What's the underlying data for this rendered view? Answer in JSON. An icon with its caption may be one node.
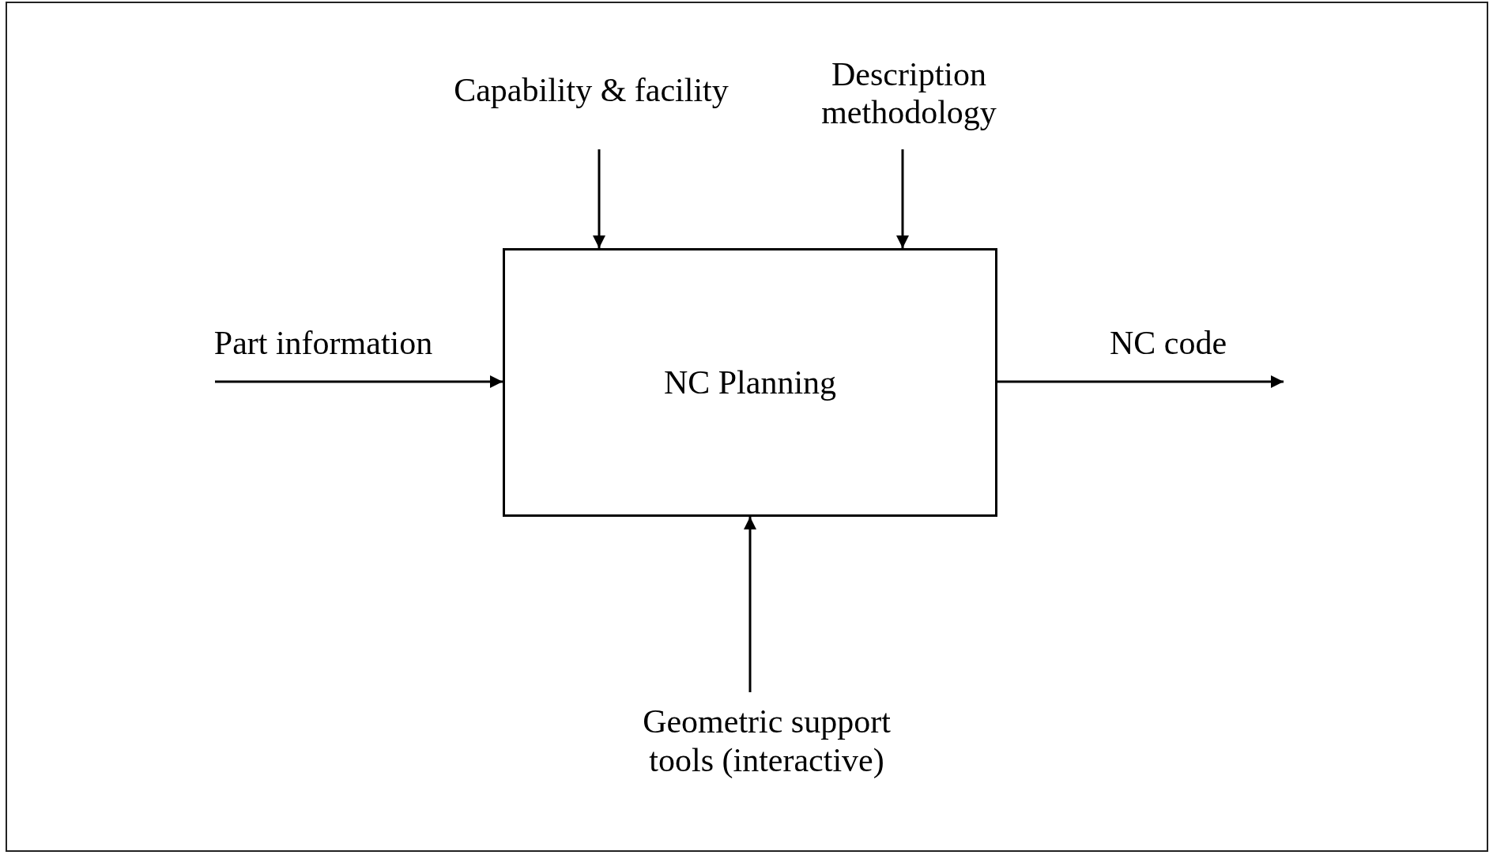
{
  "diagram": {
    "nodes": [
      {
        "text": [
          "Capability & facility"
        ]
      },
      {
        "text": [
          "Description methodology"
        ]
      },
      {
        "text": [
          "NC Planning"
        ]
      },
      {
        "text": [
          "Geometric support tools (interactive)"
        ]
      }
    ],
    "edges": [
      {
        "from": 0,
        "to": 2,
        "arrow": "to"
      },
      {
        "from": 1,
        "to": 2,
        "arrow": "to"
      },
      {
        "from": null,
        "to": 2,
        "arrow": "to",
        "label": "Part information"
      },
      {
        "from": 2,
        "to": null,
        "arrow": "to",
        "label": "NC code"
      },
      {
        "from": 3,
        "to": 2,
        "arrow": "to"
      }
    ]
  }
}
